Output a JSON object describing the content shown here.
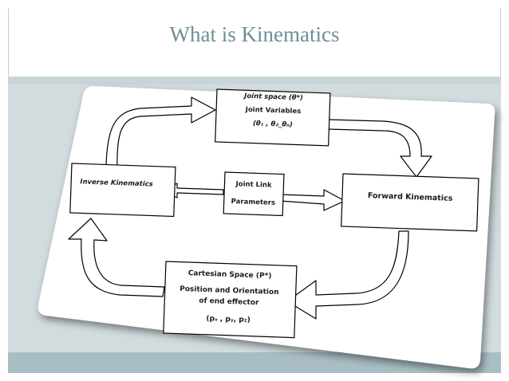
{
  "title": "What is Kinematics",
  "diagram": {
    "joint_space": {
      "line1": "Joint space (θ*)",
      "line2": "Joint Variables",
      "line3": "(θ₁ , θ₂_θₙ)"
    },
    "inverse_kinematics": "Inverse Kinematics",
    "joint_link": {
      "line1": "Joint Link",
      "line2": "Parameters"
    },
    "forward_kinematics": "Forward Kinematics",
    "cartesian_space": {
      "line1": "Cartesian Space (P*)",
      "line2": "Position and Orientation",
      "line3": "of end effector",
      "line4": "(pₓ , pᵧ, p₂)"
    }
  },
  "colors": {
    "title": "#6e8f94",
    "band": "#d2dcdf",
    "band_dark": "#a9bec4"
  }
}
